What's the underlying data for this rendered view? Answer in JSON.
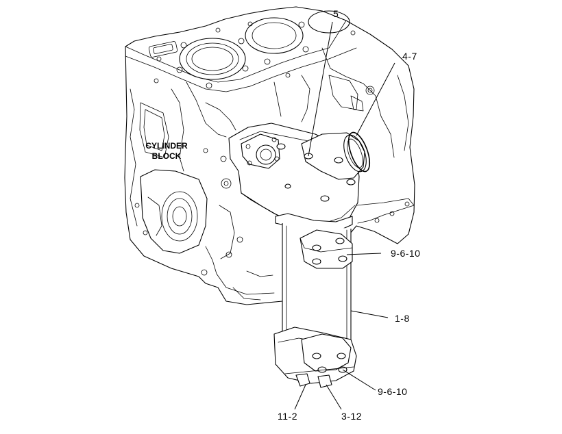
{
  "labels": {
    "cylinder_block_line1": "CYLINDER",
    "cylinder_block_line2": "BLOCK"
  },
  "callouts": {
    "top_center": "5",
    "elbow_seal": "4-7",
    "upper_bolts": "9-6-10",
    "cooler_body": "1-8",
    "lower_bolts": "9-6-10",
    "bottom_left": "11-2",
    "bottom_right": "3-12"
  }
}
